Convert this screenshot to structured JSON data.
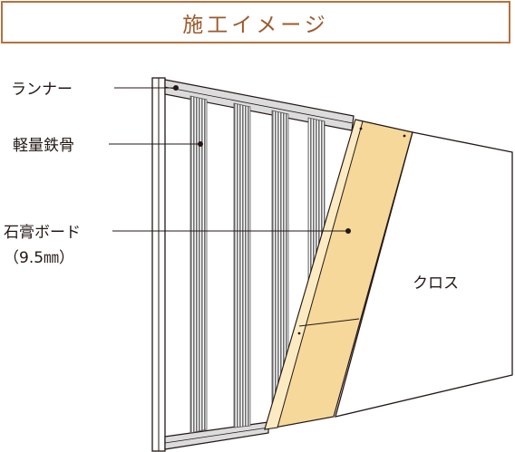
{
  "title": "施工イメージ",
  "labels": {
    "runner": "ランナー",
    "steel_frame": "軽量鉄骨",
    "gypsum_board": "石膏ボード",
    "gypsum_thickness": "（9.5㎜）",
    "cloth": "クロス"
  },
  "colors": {
    "title_border": "#b5713d",
    "title_text": "#9c5a2b",
    "board": "#f5d89a",
    "board_edge": "#e2b65c",
    "stud": "#7d7d7d",
    "cloth": "#ffffff",
    "line": "#231815"
  }
}
